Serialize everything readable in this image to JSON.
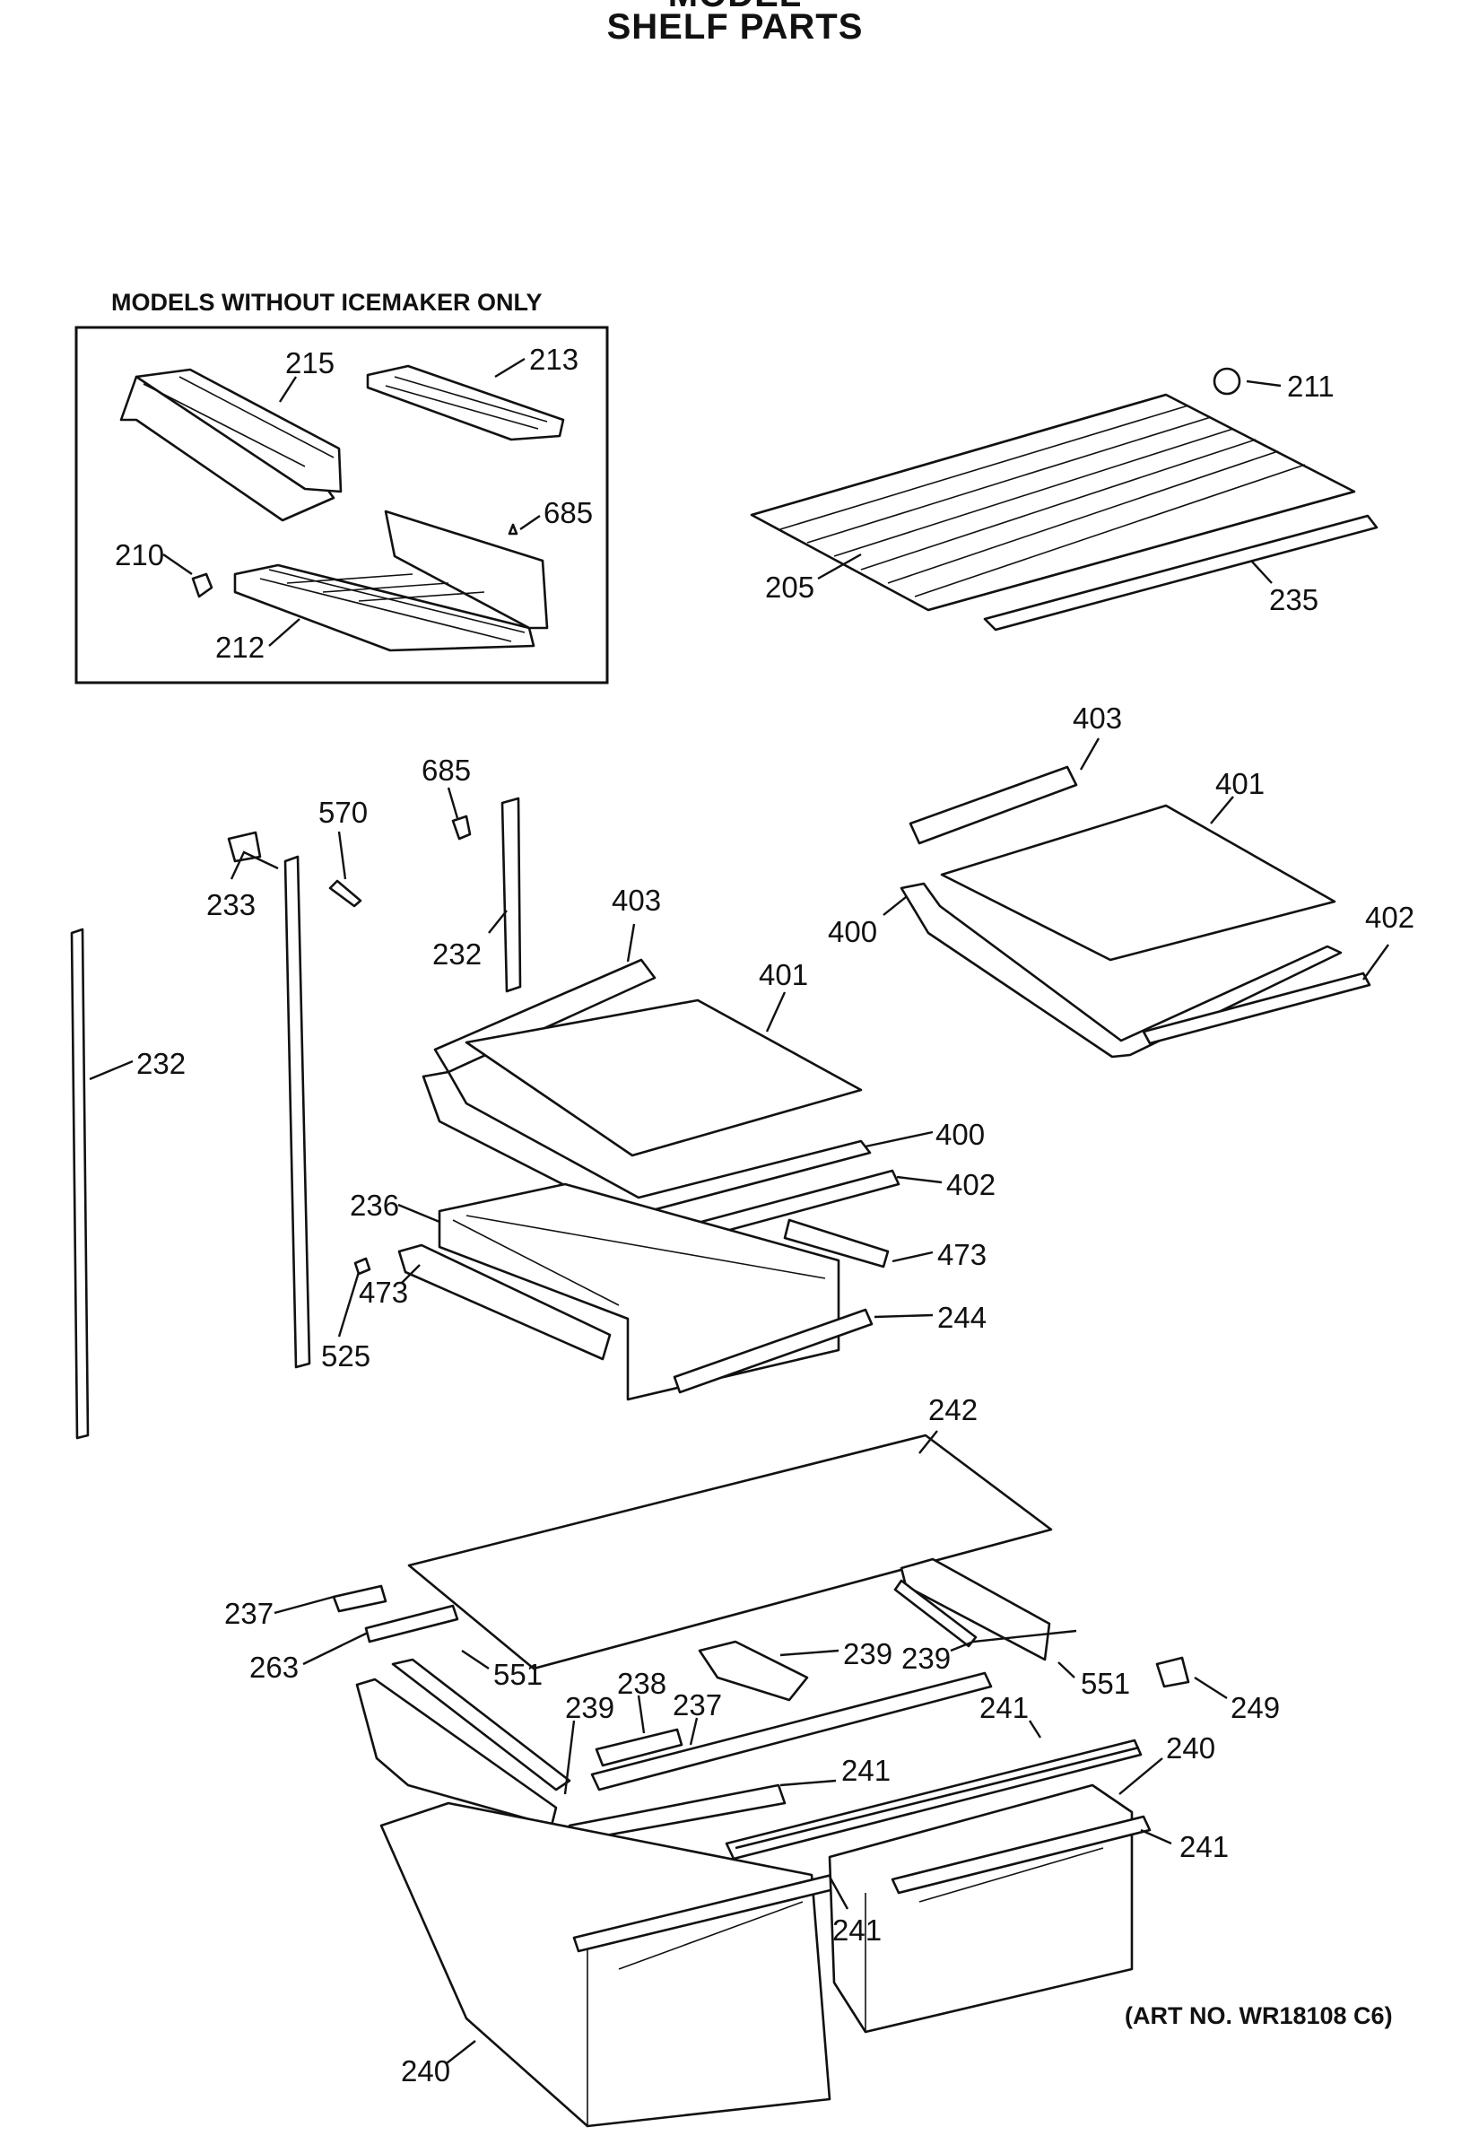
{
  "header": {
    "title_partial": "MODEL",
    "title": "SHELF PARTS"
  },
  "inset": {
    "caption": "MODELS WITHOUT ICEMAKER ONLY"
  },
  "footer": {
    "art_number": "(ART NO. WR18108 C6)"
  },
  "callouts": {
    "c215": "215",
    "c213": "213",
    "c685a": "685",
    "c210": "210",
    "c212": "212",
    "c211": "211",
    "c205": "205",
    "c235": "235",
    "c403a": "403",
    "c401a": "401",
    "c400a": "400",
    "c402a": "402",
    "c685b": "685",
    "c570": "570",
    "c233": "233",
    "c232a": "232",
    "c232b": "232",
    "c403b": "403",
    "c401b": "401",
    "c400b": "400",
    "c402b": "402",
    "c236": "236",
    "c473a": "473",
    "c473b": "473",
    "c525": "525",
    "c244": "244",
    "c242": "242",
    "c237a": "237",
    "c263": "263",
    "c551a": "551",
    "c239a": "239",
    "c239b": "239",
    "c238": "238",
    "c237b": "237",
    "c239c": "239",
    "c551b": "551",
    "c249": "249",
    "c241a": "241",
    "c240a": "240",
    "c241b": "241",
    "c241c": "241",
    "c241d": "241",
    "c240b": "240"
  }
}
